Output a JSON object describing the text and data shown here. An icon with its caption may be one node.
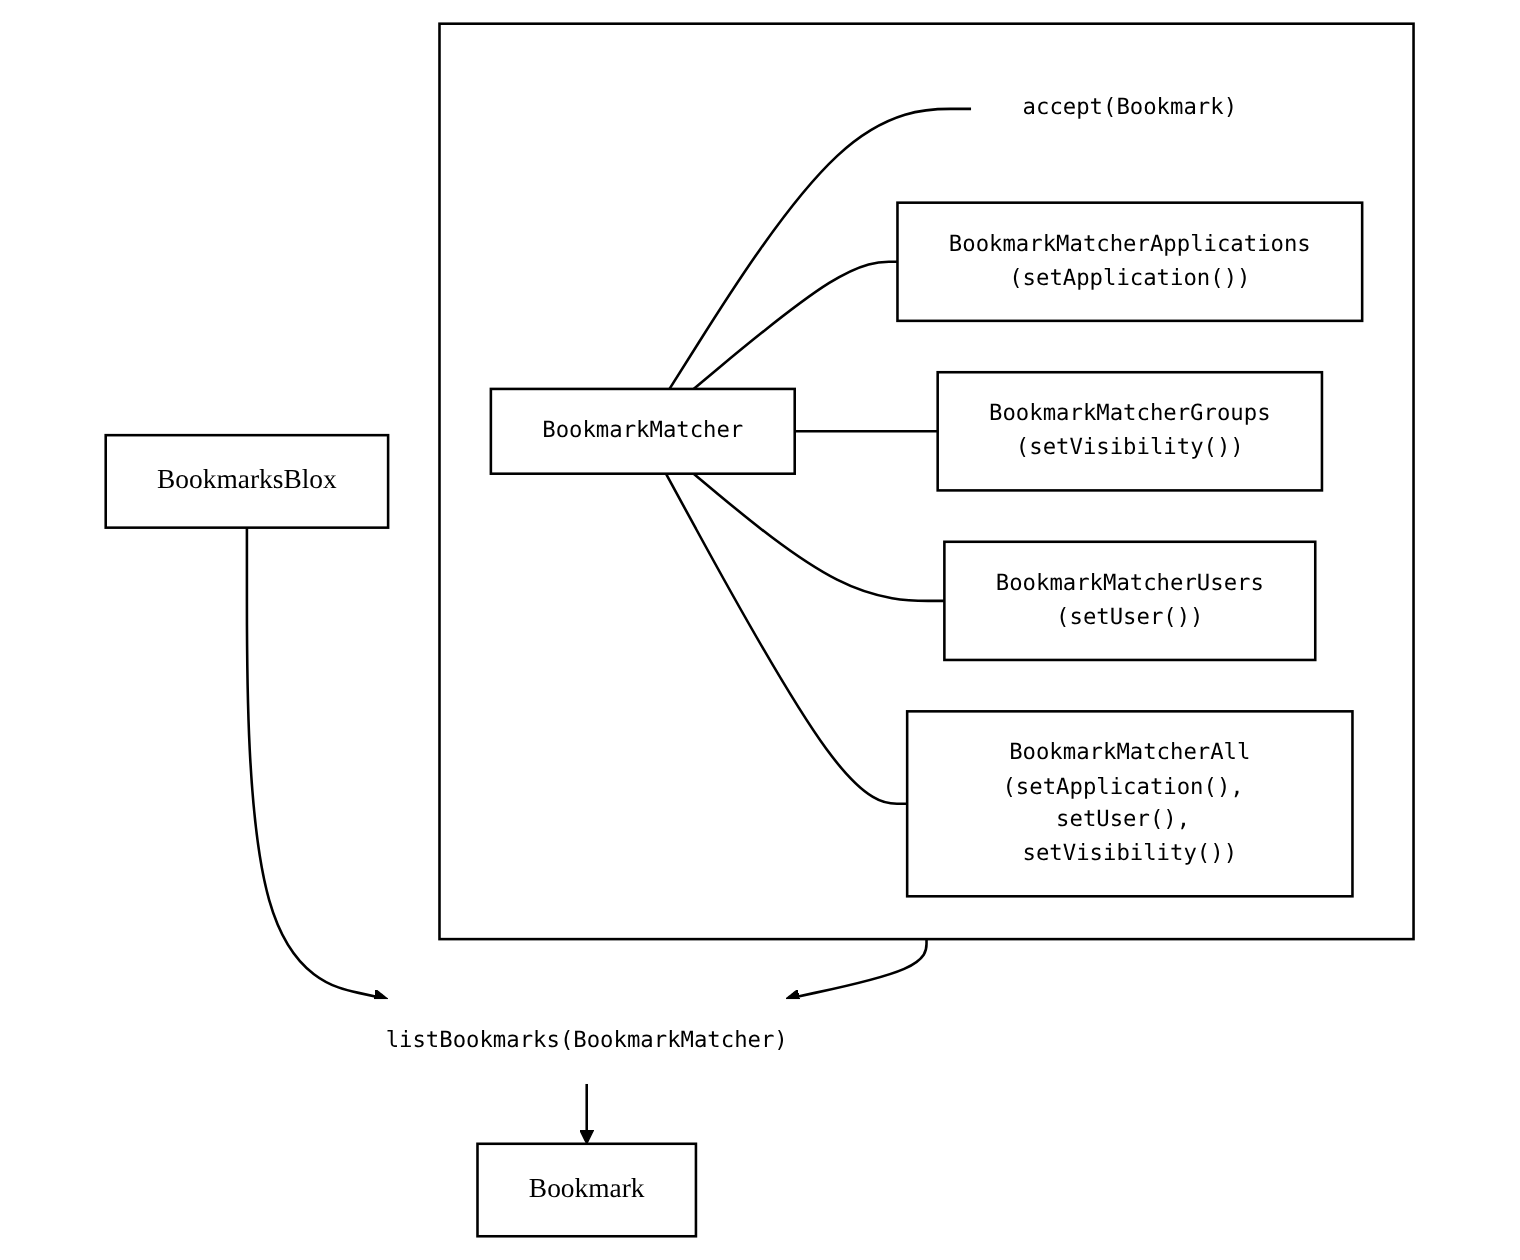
{
  "diagram": {
    "nodes": [
      {
        "text": [
          "BookmarksBlox"
        ]
      },
      {
        "text": [
          "listBookmarks(BookmarkMatcher)"
        ]
      },
      {
        "text": [
          "Bookmark"
        ]
      },
      {
        "text": [],
        "shape": "box"
      },
      {
        "text": [
          "BookmarkMatcher"
        ],
        "in": 3
      },
      {
        "text": [
          "accept(Bookmark)"
        ],
        "in": 3
      },
      {
        "text": [
          "BookmarkMatcherApplications",
          "(setApplication())"
        ],
        "in": 3
      },
      {
        "text": [
          "BookmarkMatcherGroups",
          "(setVisibility())"
        ],
        "in": 3
      },
      {
        "text": [
          "BookmarkMatcherUsers",
          "(setUser())"
        ],
        "in": 3
      },
      {
        "text": [
          "BookmarkMatcherAll",
          "(setApplication(), setUser(), setVisibility())"
        ],
        "in": 3
      }
    ],
    "edges": [
      {
        "from": 0,
        "to": 1,
        "arrow": "to"
      },
      {
        "from": 3,
        "to": 1,
        "arrow": "to"
      },
      {
        "from": 1,
        "to": 2,
        "arrow": "to"
      },
      {
        "from": 4,
        "to": 5,
        "arrow": "none"
      },
      {
        "from": 4,
        "to": 6,
        "arrow": "none"
      },
      {
        "from": 4,
        "to": 7,
        "arrow": "none"
      },
      {
        "from": 4,
        "to": 8,
        "arrow": "none"
      },
      {
        "from": 4,
        "to": 9,
        "arrow": "none"
      }
    ]
  }
}
